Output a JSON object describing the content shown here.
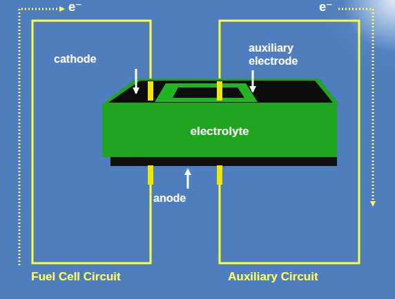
{
  "diagram": {
    "nodes": [
      {
        "text": [
          "electrolyte"
        ]
      }
    ],
    "labels": [
      "e⁻",
      "e⁻",
      "cathode",
      "auxiliary electrode",
      "anode",
      "Fuel Cell Circuit",
      "Auxiliary Circuit"
    ]
  }
}
